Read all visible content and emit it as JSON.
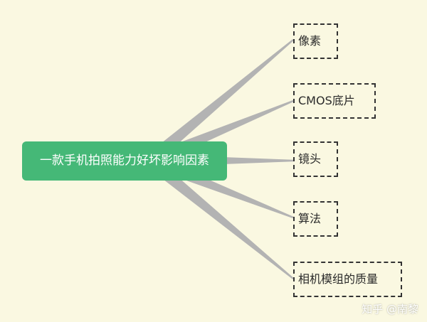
{
  "root": {
    "label": "一款手机拍照能力好坏影响因素"
  },
  "branches": [
    {
      "label": "像素"
    },
    {
      "label": "CMOS底片"
    },
    {
      "label": "镜头"
    },
    {
      "label": "算法"
    },
    {
      "label": "相机模组的质量"
    }
  ],
  "watermark": "知乎 @南黎",
  "colors": {
    "background": "#faf8e1",
    "root_fill": "#45b877",
    "connector": "#b3b3b3",
    "border": "#333333"
  }
}
